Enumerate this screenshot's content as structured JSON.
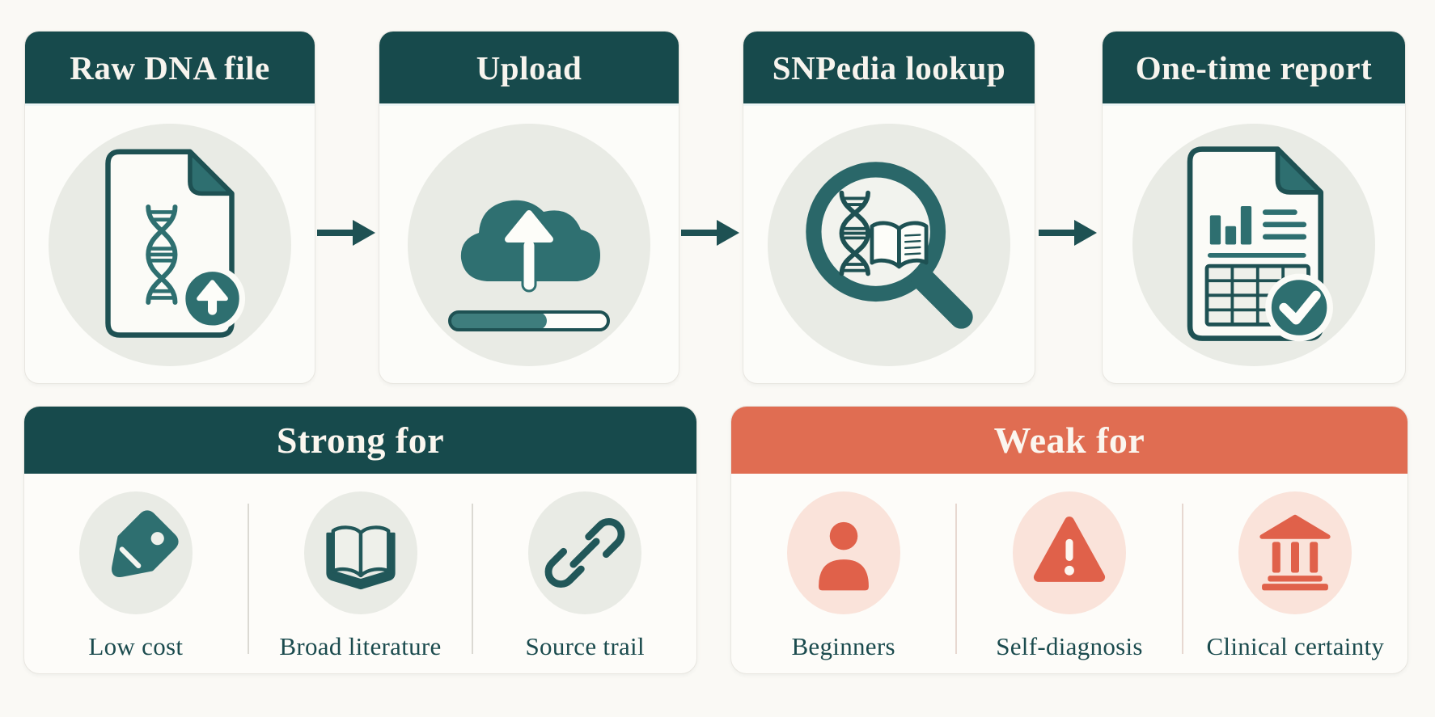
{
  "page": {
    "background_color": "#faf9f5",
    "description_text": ""
  },
  "colors": {
    "teal_header": "#174a4c",
    "teal_icon": "#2e6f70",
    "teal_icon_dark": "#1e5153",
    "progress_fill": "#3e7d7d",
    "coral_header": "#e06d52",
    "coral_icon": "#e0614a",
    "disc_gray_green": "#e9ebe5",
    "disc_pink": "#fae3da",
    "label_text": "#1b4b4e",
    "header_text": "#f7f4ee",
    "card_background": "#fcfcf9"
  },
  "flow": {
    "connector_icon": "arrow-right-icon",
    "steps": [
      {
        "title": "Raw DNA file",
        "icon": "dna-file-upload-icon"
      },
      {
        "title": "Upload",
        "icon": "cloud-upload-progress-icon"
      },
      {
        "title": "SNPedia lookup",
        "icon": "dna-book-magnifier-icon"
      },
      {
        "title": "One-time report",
        "icon": "report-document-check-icon"
      }
    ]
  },
  "sections": {
    "strong": {
      "title": "Strong for",
      "items": [
        {
          "label": "Low cost",
          "icon": "price-tag-icon"
        },
        {
          "label": "Broad literature",
          "icon": "open-book-icon"
        },
        {
          "label": "Source trail",
          "icon": "chain-link-icon"
        }
      ]
    },
    "weak": {
      "title": "Weak for",
      "items": [
        {
          "label": "Beginners",
          "icon": "person-icon"
        },
        {
          "label": "Self-diagnosis",
          "icon": "warning-triangle-icon"
        },
        {
          "label": "Clinical certainty",
          "icon": "bank-icon"
        }
      ]
    }
  }
}
